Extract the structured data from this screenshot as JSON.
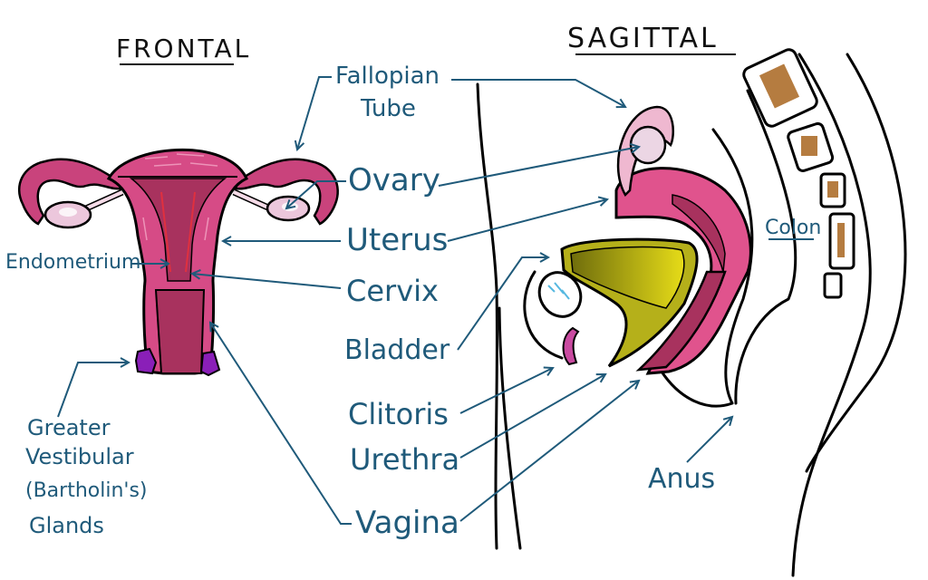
{
  "colors": {
    "label": "#1f5a7a",
    "uterus_outer": "#d64b86",
    "uterus_inner": "#a8325e",
    "ovary": "#ecc7dc",
    "tube": "#c9437c",
    "bladder_outer": "#b5b01a",
    "bladder_inner": "#8d8a10",
    "gland": "#8a1fb8",
    "colon": "#a8651e",
    "outline": "#000000"
  },
  "titles": {
    "frontal": "FRONTAL",
    "sagittal": "SAGITTAL"
  },
  "labels": {
    "fallopian_tube_1": "Fallopian",
    "fallopian_tube_2": "Tube",
    "ovary": "Ovary",
    "uterus": "Uterus",
    "endometrium": "Endometrium",
    "cervix": "Cervix",
    "bladder": "Bladder",
    "clitoris": "Clitoris",
    "urethra": "Urethra",
    "vagina": "Vagina",
    "colon": "Colon",
    "anus": "Anus",
    "glands_1": "Greater",
    "glands_2": "Vestibular",
    "glands_3": "(Bartholin's)",
    "glands_4": "Glands"
  }
}
